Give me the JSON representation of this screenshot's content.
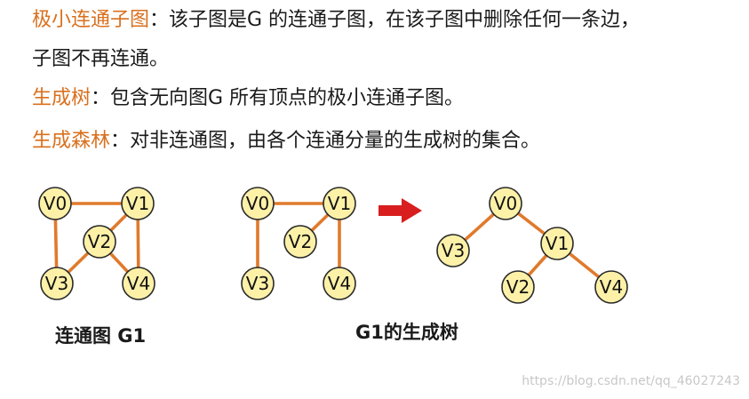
{
  "definitions": {
    "line1": {
      "term": "极小连通子图",
      "text": "：该子图是G 的连通子图，在该子图中删除任何一条边，"
    },
    "line2": {
      "text": "子图不再连通。"
    },
    "line3": {
      "term": "生成树",
      "text": "：包含无向图G 所有顶点的极小连通子图。"
    },
    "line4": {
      "term": "生成森林",
      "text": "：对非连通图，由各个连通分量的生成树的集合。"
    }
  },
  "colors": {
    "term": "#d9701e",
    "edge": "#e07a2c",
    "node_fill": "#fdf1a8",
    "arrow": "#d81e1e"
  },
  "graphs": {
    "g1": {
      "caption": "连通图 G1",
      "nodes": [
        "V0",
        "V1",
        "V2",
        "V3",
        "V4"
      ],
      "edges": [
        [
          "V0",
          "V1"
        ],
        [
          "V0",
          "V3"
        ],
        [
          "V1",
          "V2"
        ],
        [
          "V1",
          "V4"
        ],
        [
          "V2",
          "V3"
        ],
        [
          "V2",
          "V4"
        ]
      ]
    },
    "tree_flat": {
      "nodes": [
        "V0",
        "V1",
        "V2",
        "V3",
        "V4"
      ],
      "edges": [
        [
          "V0",
          "V1"
        ],
        [
          "V0",
          "V3"
        ],
        [
          "V1",
          "V2"
        ],
        [
          "V1",
          "V4"
        ]
      ]
    },
    "tree": {
      "caption": "G1的生成树",
      "nodes": [
        "V0",
        "V1",
        "V2",
        "V3",
        "V4"
      ],
      "edges": [
        [
          "V0",
          "V3"
        ],
        [
          "V0",
          "V1"
        ],
        [
          "V1",
          "V2"
        ],
        [
          "V1",
          "V4"
        ]
      ]
    }
  },
  "arrow_icon": "right-arrow-icon",
  "watermark": "https://blog.csdn.net/qq_46027243"
}
